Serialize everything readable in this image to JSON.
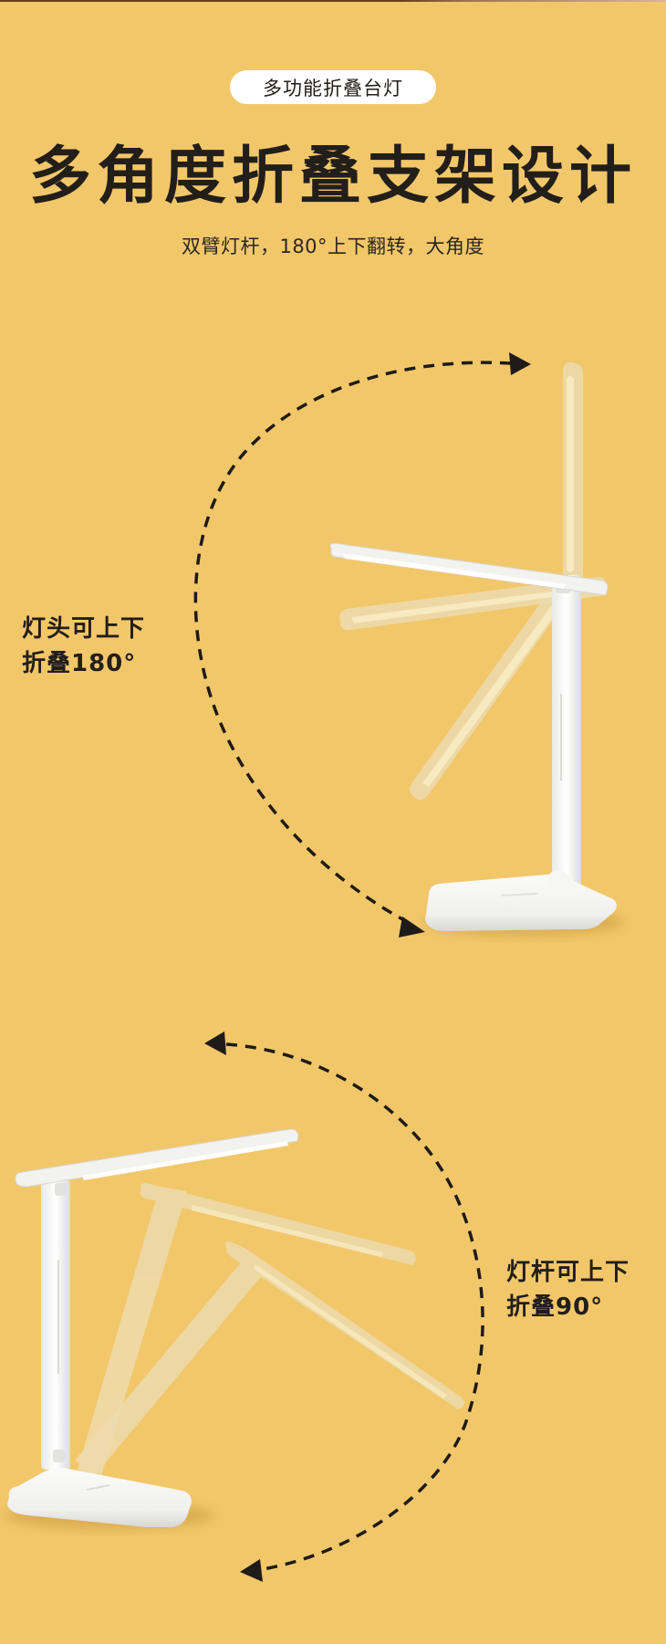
{
  "header": {
    "badge": "多功能折叠台灯",
    "headline": "多角度折叠支架设计",
    "subtitle": "双臂灯杆，180°上下翻转，大角度"
  },
  "sections": [
    {
      "id": "lamp-head-fold",
      "label_line1": "灯头可上下",
      "label_line2": "折叠180°",
      "arc_direction": "clockwise",
      "icon": "dashed-arc-arrow"
    },
    {
      "id": "lamp-arm-fold",
      "label_line1": "灯杆可上下",
      "label_line2": "折叠90°",
      "arc_direction": "counter-clockwise",
      "icon": "dashed-arc-arrow"
    }
  ],
  "colors": {
    "background": "#F2C76A",
    "text": "#221E1A",
    "badge_bg": "#FFFFFF",
    "lamp_white": "#F4F4F2",
    "lamp_ghost": "#EEDDB0",
    "arrow": "#1E1B18"
  }
}
